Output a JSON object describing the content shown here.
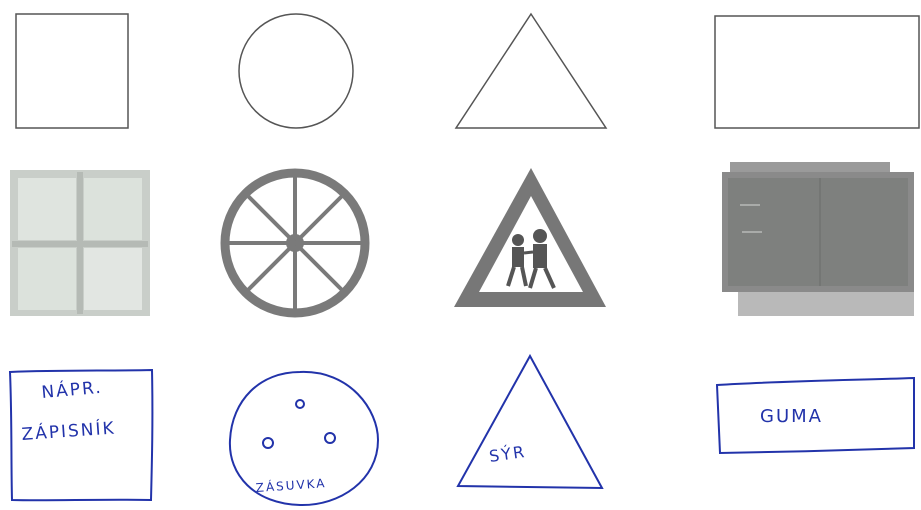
{
  "row_geometric": [
    {
      "name": "square"
    },
    {
      "name": "circle"
    },
    {
      "name": "triangle"
    },
    {
      "name": "rectangle"
    }
  ],
  "row_photos": [
    {
      "name": "window-photo"
    },
    {
      "name": "wheel-photo"
    },
    {
      "name": "children-crossing-sign"
    },
    {
      "name": "chalkboard-photo"
    }
  ],
  "row_handwritten": {
    "square": {
      "line1": "NÁPR.",
      "line2": "ZÁPISNÍK"
    },
    "circle": {
      "label": "ZÁSUVKA"
    },
    "triangle": {
      "label": "SÝR"
    },
    "rectangle": {
      "label": "GUMA"
    }
  },
  "colors": {
    "outline": "#555555",
    "ink": "#2233aa",
    "photo_gray": "#7a7a7a",
    "glass": "#d6dcd6"
  }
}
